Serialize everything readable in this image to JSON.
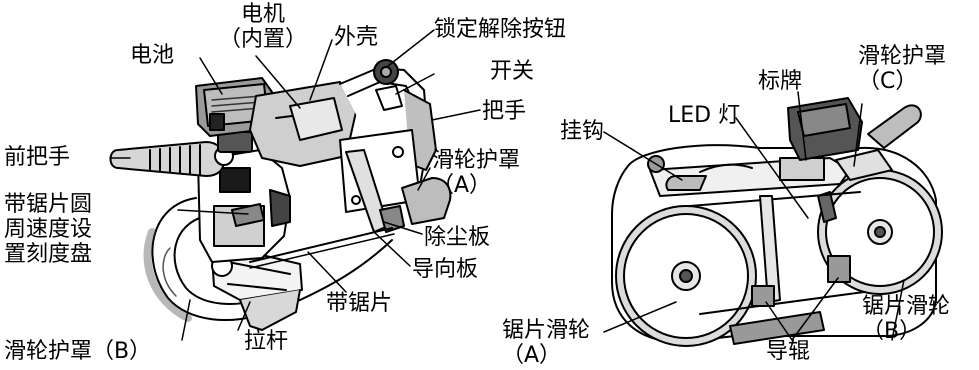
{
  "labels": {
    "motor": "电机\n（内置）",
    "battery": "电池",
    "housing": "外壳",
    "lock_release_button": "锁定解除按钮",
    "switch": "开关",
    "handle": "把手",
    "front_handle": "前把手",
    "pulley_cover_a": "滑轮护罩\n（A）",
    "speed_dial": "带锯片圆\n周速度设\n置刻度盘",
    "dust_plate": "除尘板",
    "guide_plate": "导向板",
    "saw_blade": "带锯片",
    "pulley_cover_b": "滑轮护罩（B）",
    "lever": "拉杆",
    "nameplate": "标牌",
    "pulley_cover_c": "滑轮护罩\n（C）",
    "hook": "挂钩",
    "led_light": "LED 灯",
    "blade_pulley_a": "锯片滑轮\n（A）",
    "guide_roller": "导辊",
    "blade_pulley_b": "锯片滑轮\n（B）"
  }
}
